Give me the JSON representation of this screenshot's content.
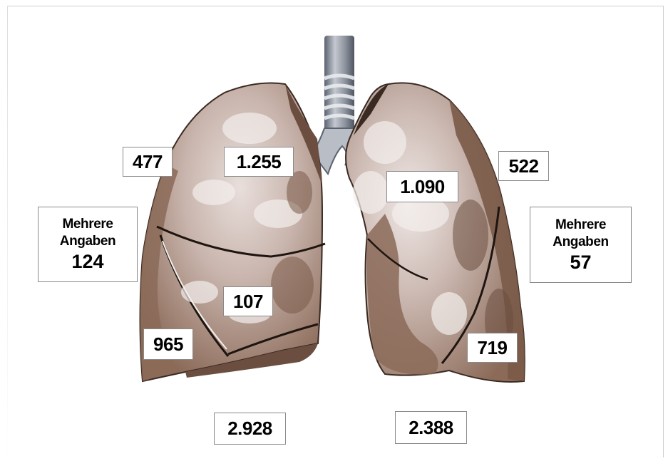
{
  "labels": {
    "upper_lobe_outer": "477",
    "upper_lobe_inner": "1.255",
    "middle_lobe": "107",
    "lower_lobe_right": "965",
    "multiple_right_caption": "Mehrere Angaben",
    "multiple_right_value": "124",
    "right_total": "2.928",
    "upper_left_inner": "1.090",
    "upper_left_outer": "522",
    "multiple_left_caption": "Mehrere Angaben",
    "multiple_left_value": "57",
    "lower_left": "719",
    "left_total": "2.388"
  },
  "colors": {
    "lung_dark": "#8b6a58",
    "lung_mid": "#a88c7c",
    "lung_light": "#d5c7c2",
    "lung_highlight": "#ece4e2",
    "trachea": "#9aa0aa",
    "box_border": "#8a8a8a"
  }
}
